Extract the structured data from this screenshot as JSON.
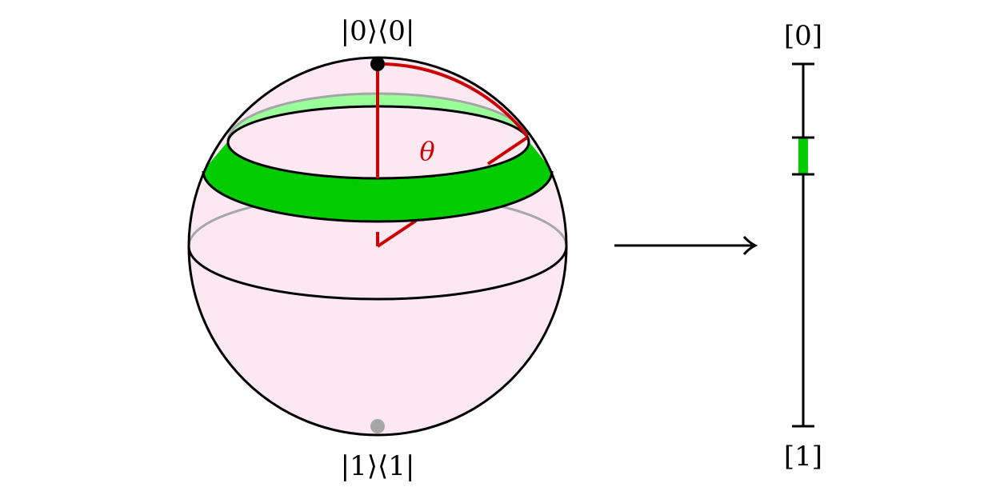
{
  "sphere": {
    "north_label": "|0⟩⟨0|",
    "south_label": "|1⟩⟨1|",
    "angle_label": "θ"
  },
  "scale": {
    "top_label": "[0]",
    "bottom_label": "[1]"
  },
  "colors": {
    "sphere_fill": "#fce8f0",
    "band_green": "#00cc00",
    "band_light_green": "#99ff99",
    "angle_red": "#cc0000",
    "hidden_gray": "#a6a6a6",
    "stroke_black": "#000000"
  }
}
